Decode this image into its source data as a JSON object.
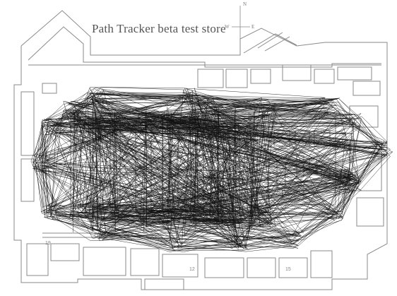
{
  "map": {
    "title": "Path Tracker beta test store",
    "compass": {
      "north": "N",
      "east": "E",
      "west": "W"
    },
    "area_labels": [
      "19",
      "15",
      "12"
    ],
    "colors": {
      "floorplan": "#8a8a8a",
      "paths": "#111111",
      "background": "#ffffff"
    }
  }
}
